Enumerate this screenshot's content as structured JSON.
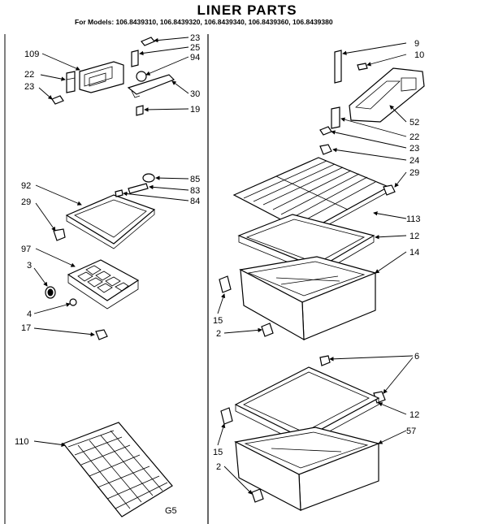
{
  "title": "LINER PARTS",
  "models_line": "For Models: 106.8439310, 106.8439320, 106.8439340, 106.8439360, 106.8439380",
  "footer_mark": "G5",
  "callouts": {
    "c109": "109",
    "c22a": "22",
    "c23a": "23",
    "c23b": "23",
    "c25": "25",
    "c94": "94",
    "c30": "30",
    "c19": "19",
    "c92": "92",
    "c29a": "29",
    "c85": "85",
    "c83": "83",
    "c84": "84",
    "c97": "97",
    "c3": "3",
    "c4": "4",
    "c17": "17",
    "c110": "110",
    "c9": "9",
    "c10": "10",
    "c52": "52",
    "c22b": "22",
    "c23c": "23",
    "c24": "24",
    "c29b": "29",
    "c113": "113",
    "c12a": "12",
    "c14": "14",
    "c15a": "15",
    "c2a": "2",
    "c6": "6",
    "c12b": "12",
    "c57": "57",
    "c15b": "15",
    "c2b": "2"
  }
}
